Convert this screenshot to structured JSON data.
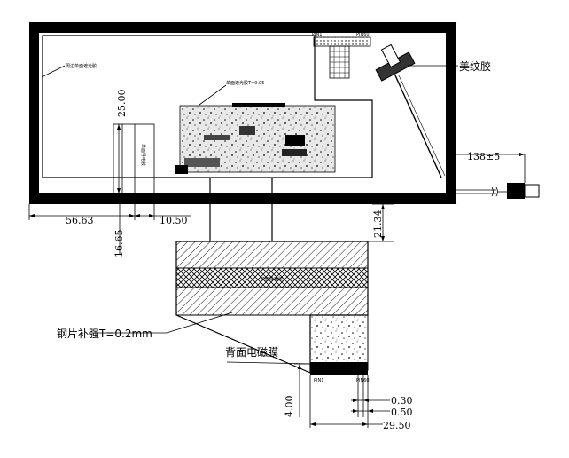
{
  "labels": {
    "glue": "美纹胶",
    "steel_stiffener": "钢片补强T=0.2mm",
    "back_emi_film": "背面电磁膜"
  },
  "dimensions": {
    "cable_length": "138±5",
    "height_25": "25.00",
    "width_56": "56.63",
    "width_10": "10.50",
    "height_16": "16.65",
    "height_21": "21.34",
    "pin_0_30": "0.30",
    "pin_0_50": "0.50",
    "width_29": "29.50",
    "height_4": "4.00"
  },
  "small_notes": {
    "connector_pin1": "PIN1",
    "connector_pin60": "PIN60",
    "fpc_pin1": "PIN1",
    "fpc_pin60": "PIN60",
    "note_top_left": "周边单面遮光胶",
    "note_ic": "单面遮光胶T=0.05",
    "note_stiffener_mid": "单面导电胶",
    "note_small_box": "单面导电胶"
  },
  "colors": {
    "line": "#000000",
    "frame": "#000000",
    "background": "#ffffff"
  }
}
